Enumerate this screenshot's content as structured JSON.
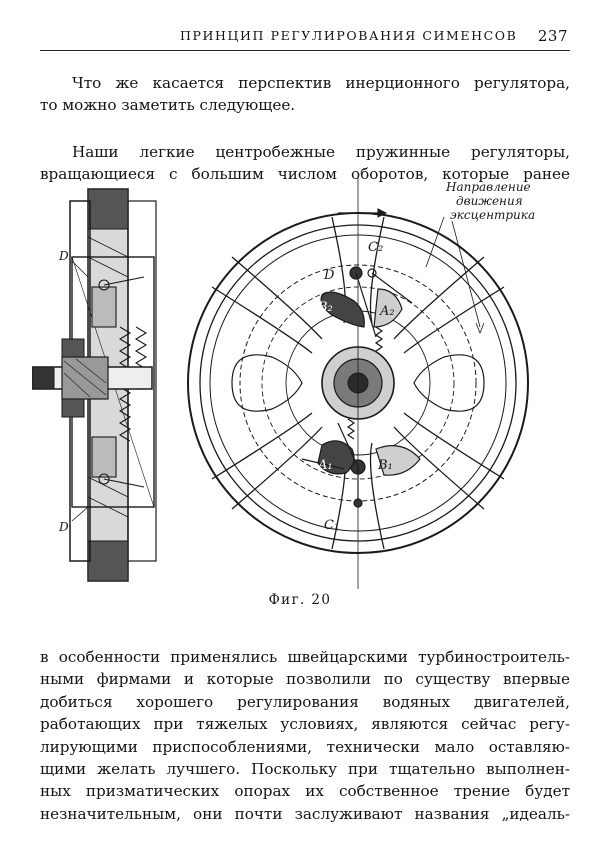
{
  "header": {
    "title": "ПРИНЦИП РЕГУЛИРОВАНИЯ СИМЕНСОВ",
    "page_number": "237"
  },
  "text": {
    "p1": [
      "Что же касается перспектив инерционного регулятора,",
      "то можно заметить следующее."
    ],
    "p2": [
      "Наши легкие центробежные пружинные регуляторы,",
      "вращающиеся с большим числом оборотов, которые ранее"
    ],
    "p3": [
      "в особенности применялись швейцарскими турбиностроитель-",
      "ными фирмами и которые позволили по существу впервые",
      "добиться хорошего регулирования водяных двигателей,",
      "работающих при тяжелых условиях, являются сейчас регу-",
      "лирующими приспособлениями, технически мало оставляю-",
      "щими желать лучшего. Поскольку при тщательно выполнен-",
      "ных призматических опорах их собственное трение будет",
      "незначительным, они почти заслуживают названия „идеаль-"
    ]
  },
  "figure": {
    "caption": "Фиг. 20",
    "annotation": [
      "Направление",
      "движения",
      "эксцентрика"
    ],
    "labels": {
      "D_left_top": "D",
      "D_left_bottom": "D",
      "D_wheel": "D",
      "C2": "C₂",
      "C1": "C₁",
      "B2": "B₂",
      "A2": "A₂",
      "A1": "A₁",
      "B1": "B₁"
    }
  }
}
